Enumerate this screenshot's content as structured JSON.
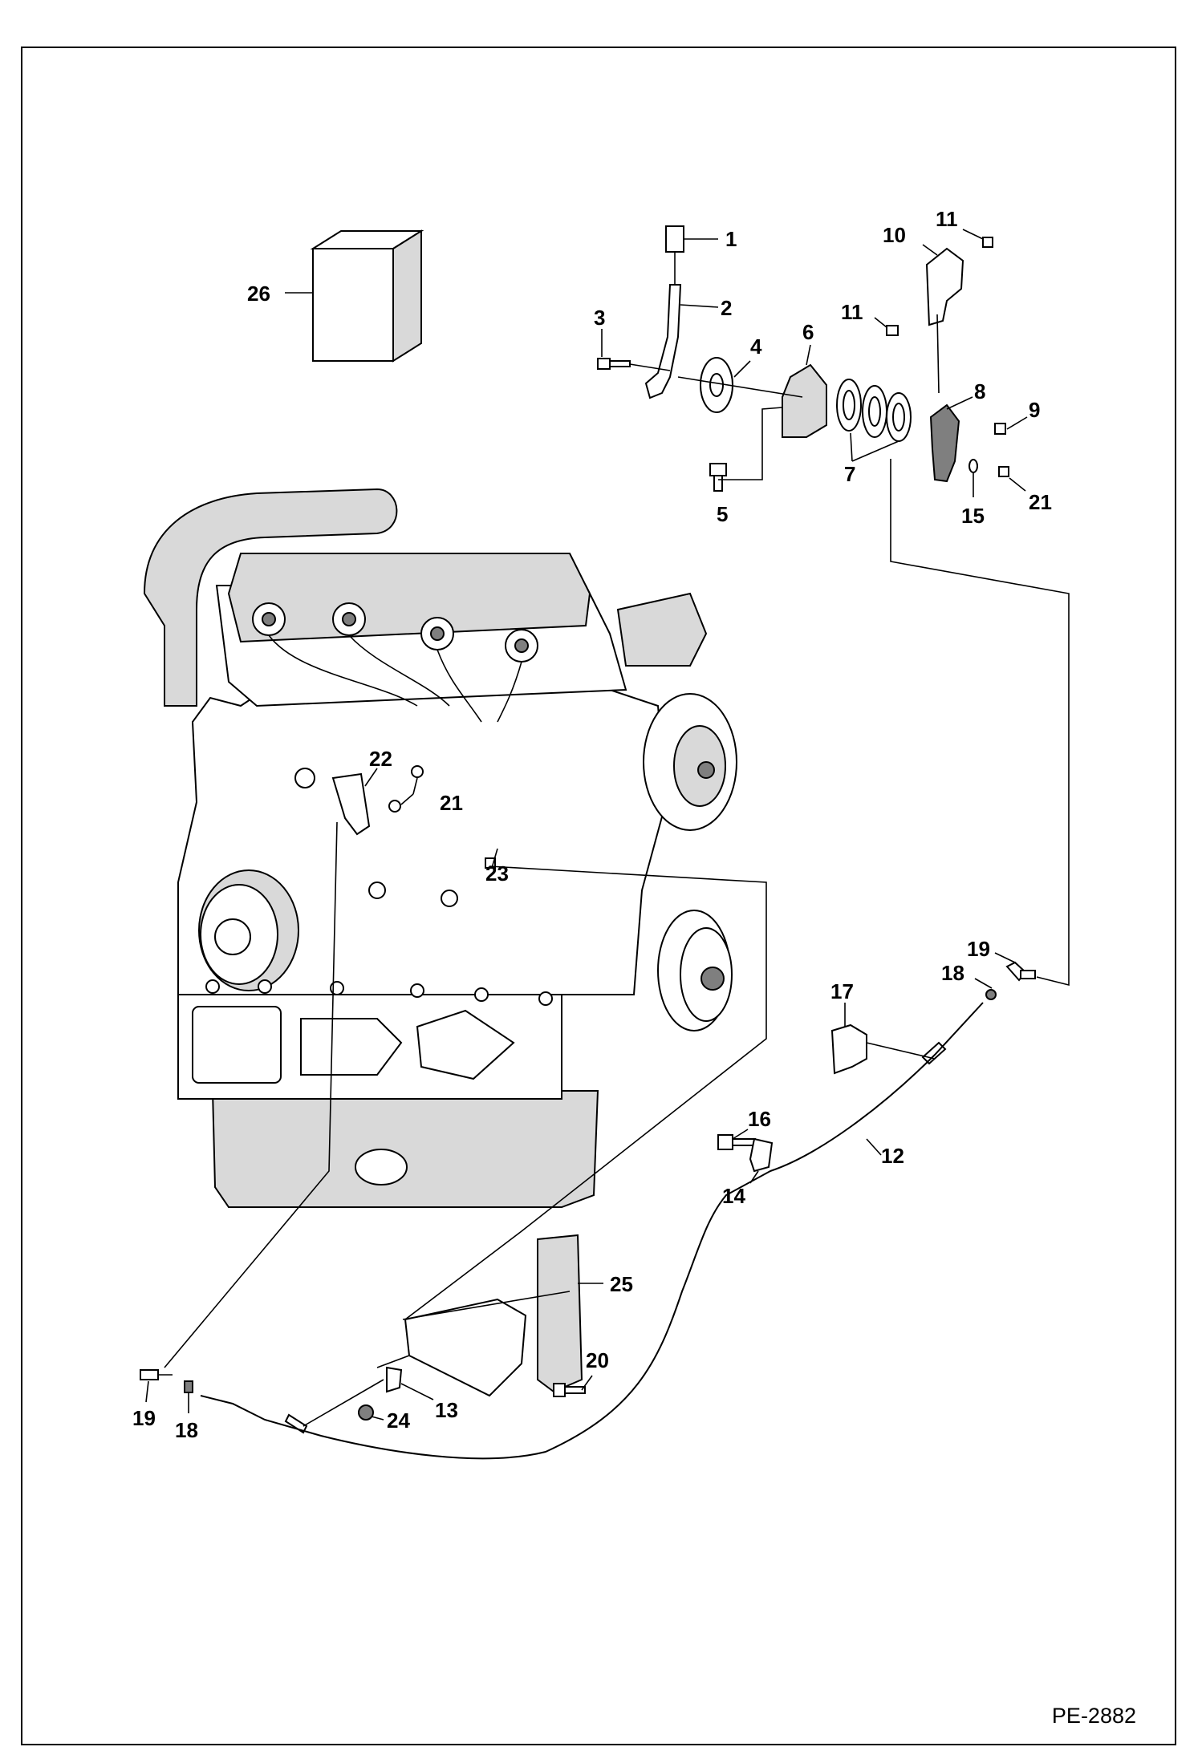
{
  "diagram": {
    "reference_code": "PE-2882",
    "callouts": [
      "1",
      "2",
      "3",
      "4",
      "5",
      "6",
      "7",
      "8",
      "9",
      "10",
      "11",
      "11",
      "12",
      "13",
      "14",
      "15",
      "16",
      "17",
      "18",
      "18",
      "19",
      "19",
      "20",
      "21",
      "21",
      "22",
      "23",
      "24",
      "25",
      "26"
    ]
  }
}
